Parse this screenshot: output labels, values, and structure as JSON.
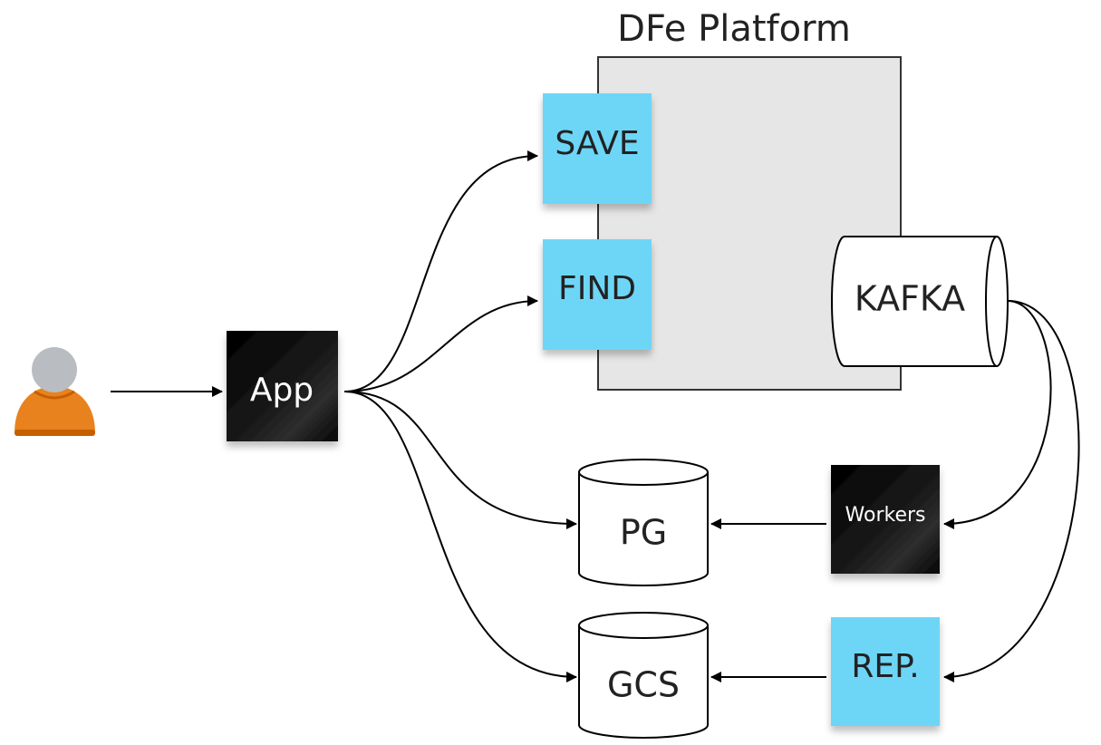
{
  "platform": {
    "title": "DFe Platform"
  },
  "nodes": {
    "app": "App",
    "save": "SAVE",
    "find": "FIND",
    "kafka": "KAFKA",
    "pg": "PG",
    "gcs": "GCS",
    "workers": "Workers",
    "rep": "REP."
  },
  "colors": {
    "sticky_blue": "#6dd6f7",
    "sticky_black": "#111111",
    "platform_fill": "#e6e6e6",
    "user_body": "#e8821e",
    "user_head": "#b9bdc2"
  },
  "icons": {
    "user": "user-icon"
  }
}
